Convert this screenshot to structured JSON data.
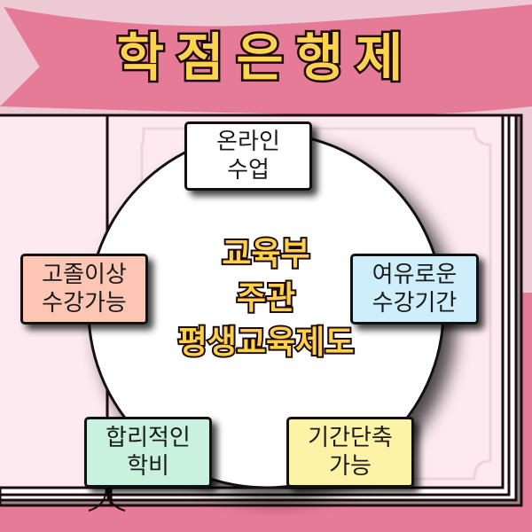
{
  "title": "학점은행제",
  "center": {
    "lines": [
      "교육부",
      "주관",
      "평생교육제도"
    ]
  },
  "cards": [
    {
      "id": "online",
      "lines": [
        "온라인",
        "수업"
      ],
      "color": "#ffffff"
    },
    {
      "id": "high-school",
      "lines": [
        "고졸이상",
        "수강가능"
      ],
      "color": "#fdc6b4"
    },
    {
      "id": "flexible-period",
      "lines": [
        "여유로운",
        "수강기간"
      ],
      "color": "#cfeefc"
    },
    {
      "id": "reasonable-fee",
      "lines": [
        "합리적인",
        "학비"
      ],
      "color": "#c8f1de"
    },
    {
      "id": "shorten-period",
      "lines": [
        "기간단축",
        "가능"
      ],
      "color": "#fdf3a6"
    }
  ],
  "colors": {
    "background": "#edc9d5",
    "ribbon": "#e67b97",
    "page": "#fdeaf0",
    "title_fill": "#ffd34d",
    "outline": "#1c0a0f"
  }
}
